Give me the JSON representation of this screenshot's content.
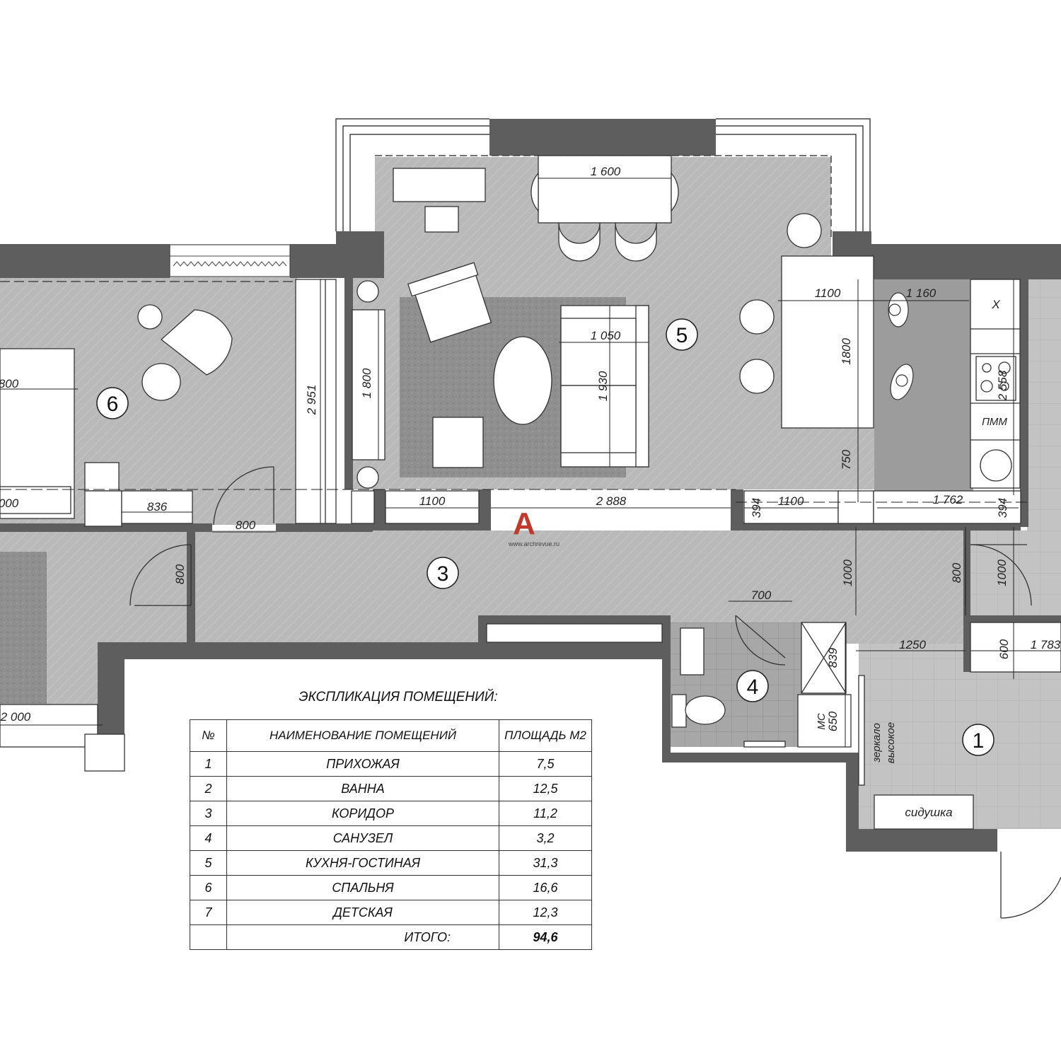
{
  "watermark": {
    "letter": "A",
    "url": "www.archrevue.ru"
  },
  "rooms": [
    {
      "id": "room-1",
      "num": "1"
    },
    {
      "id": "room-3",
      "num": "3"
    },
    {
      "id": "room-4",
      "num": "4"
    },
    {
      "id": "room-5",
      "num": "5"
    },
    {
      "id": "room-6",
      "num": "6"
    }
  ],
  "dimensions": {
    "d1600": "1 600",
    "d1100a": "1100",
    "d1160": "1 160",
    "d1050": "1 050",
    "d1930": "1 930",
    "d1800a": "1 800",
    "d2951": "2 951",
    "d1800b": "1800",
    "d2558": "2 558",
    "d750": "750",
    "d800_bed": "800",
    "d000": "000",
    "d836": "836",
    "d800_door": "800",
    "d1100b": "1100",
    "d2888": "2 888",
    "d394a": "394",
    "d1100c": "1100",
    "d1762": "1 762",
    "d394b": "394",
    "d800_left": "800",
    "d1000a": "1000",
    "d800_right": "800",
    "d1000b": "1000",
    "d700": "700",
    "d1250": "1250",
    "d600": "600",
    "d1783": "1 783",
    "d839": "839",
    "d650": "650",
    "d2000": "2 000"
  },
  "annotations": {
    "pmm": "ПММ",
    "mc": "МС",
    "mirror_1": "зеркало",
    "mirror_2": "высокое",
    "seat": "сидушка",
    "cross": "X"
  },
  "legend": {
    "title": "ЭКСПЛИКАЦИЯ ПОМЕЩЕНИЙ:",
    "headers": [
      "№",
      "НАИМЕНОВАНИЕ ПОМЕЩЕНИЙ",
      "ПЛОЩАДЬ М2"
    ],
    "rows": [
      {
        "num": "1",
        "name": "ПРИХОЖАЯ",
        "area": "7,5"
      },
      {
        "num": "2",
        "name": "ВАННА",
        "area": "12,5"
      },
      {
        "num": "3",
        "name": "КОРИДОР",
        "area": "11,2"
      },
      {
        "num": "4",
        "name": "САНУЗЕЛ",
        "area": "3,2"
      },
      {
        "num": "5",
        "name": "КУХНЯ-ГОСТИНАЯ",
        "area": "31,3"
      },
      {
        "num": "6",
        "name": "СПАЛЬНЯ",
        "area": "16,6"
      },
      {
        "num": "7",
        "name": "ДЕТСКАЯ",
        "area": "12,3"
      }
    ],
    "total_label": "ИТОГО:",
    "total_value": "94,6"
  },
  "colors": {
    "floor": "#b8b8b8",
    "wall": "#5e5e5e",
    "rug": "#8e8e8e",
    "furniture": "#ffffff",
    "watermark": "#c0392b"
  }
}
